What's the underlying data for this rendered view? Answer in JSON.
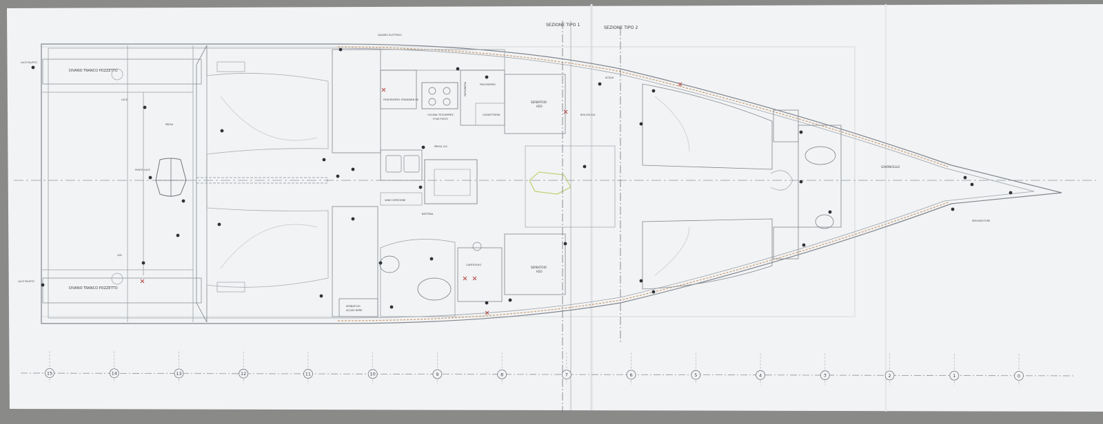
{
  "sections": {
    "left": "SEZIONE TIPO 1",
    "right": "SEZIONE TIPO 2"
  },
  "rooms": {
    "divano_top": "DIVANO TRANCO POZZETTO",
    "divano_bottom": "DIVANO TRANCO POZZETTO",
    "frigorifero": "FRIGORIFERO STANDARD 80",
    "frigorifero_label": "FRIGORIFERO",
    "cucina": "CUCINA TECHIMPEX",
    "cucina_sub": "FOUR POSTS",
    "cassettiera": "CASSETTIERA",
    "pattumiera": "PATTUMIERA",
    "serbatoio_top": "SERBATOIO",
    "h2o_top": "H2O",
    "serbatoio_bottom": "SERBATOIO",
    "h2o_bottom": "H2O",
    "serbatoio_acque": "SERBATOIO",
    "acque_nere": "ACQUE NERE",
    "vano_ispezione": "VANO ISPEZIONE",
    "carteggio": "CARTEGGIO",
    "gavoncello": "GAVONCELLO"
  },
  "annotations": {
    "a1": "PUNTO LUCE",
    "a2": "LUCE",
    "a3": "PRESA",
    "a4": "QUADRO ELETTRICO",
    "a5": "PRESA 12V",
    "a6": "LED",
    "a7": "SERVOMOTORE",
    "a8": "LUCE PULPITO",
    "a9": "LUCE PULPITO",
    "a10": "ACQUA",
    "a11": "BOX DOCCIA",
    "a12": "BATTERIA"
  },
  "axis_labels": [
    "15",
    "14",
    "13",
    "12",
    "11",
    "10",
    "9",
    "8",
    "7",
    "6",
    "5",
    "4",
    "3",
    "2",
    "1",
    "0"
  ],
  "colors": {
    "background": "#8a8a88",
    "paper": "#f2f3f4",
    "ink": "#7f858d",
    "ink_dark": "#3c3f44",
    "hull_accent": "#c79a6b",
    "highlight": "#b8c95a"
  }
}
